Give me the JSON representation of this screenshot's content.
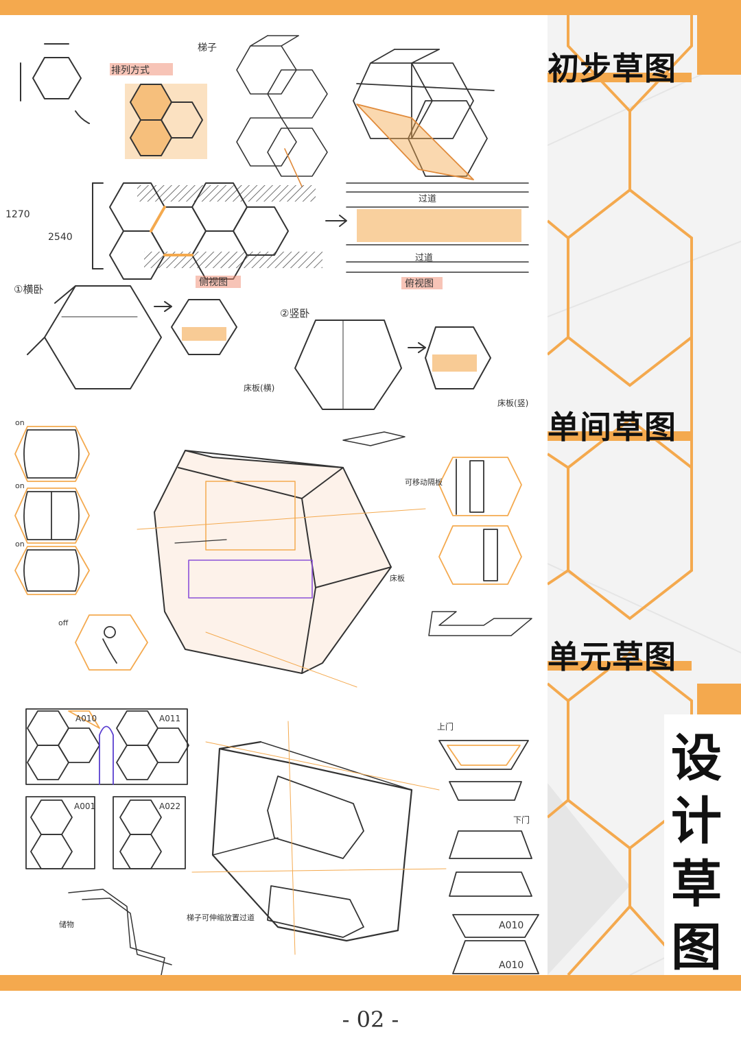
{
  "sections": {
    "preliminary": "初步草图",
    "room": "单间草图",
    "unit": "单元草图"
  },
  "page_title": "设计草图",
  "page_number": "- 02 -",
  "sketch_notes": {
    "arrangement": "排列方式",
    "ladder": "梯子",
    "dim_1270": "1270",
    "dim_2540": "2540",
    "side_view": "侧视图",
    "corridor": "过道",
    "plan_view": "俯视图",
    "horizontal": "①横卧",
    "vertical": "②竖卧",
    "bed_board_h": "床板(横)",
    "bed_board_v": "床板(竖)",
    "on": "on",
    "off": "off",
    "movable_shelf": "可移动隔板",
    "bed_board": "床板",
    "a010": "A010",
    "a011": "A011",
    "a001": "A001",
    "a022": "A022",
    "upper_door": "上门",
    "lower_door": "下门",
    "ladder_corridor": "梯子可伸缩放置过道",
    "storage": "储物"
  },
  "colors": {
    "accent": "#f4a94e",
    "panel": "#f3f3f3",
    "ink": "#111111"
  }
}
